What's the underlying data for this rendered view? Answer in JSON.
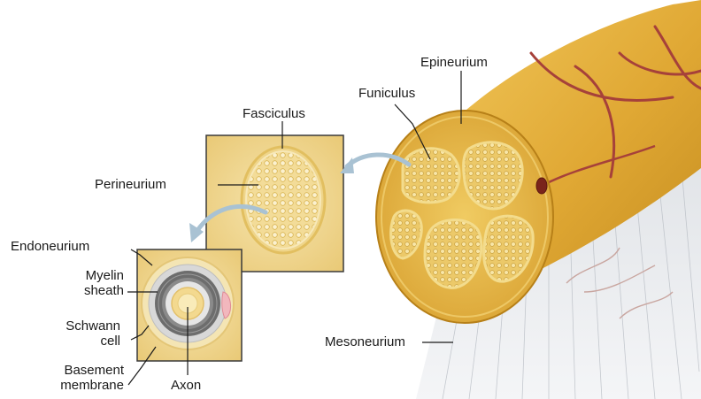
{
  "figure": {
    "labels": {
      "epineurium": "Epineurium",
      "funiculus": "Funiculus",
      "fasciculus": "Fasciculus",
      "perineurium": "Perineurium",
      "endoneurium": "Endoneurium",
      "myelin_sheath_line1": "Myelin",
      "myelin_sheath_line2": "sheath",
      "schwann_cell_line1": "Schwann",
      "schwann_cell_line2": "cell",
      "basement_membrane_line1": "Basement",
      "basement_membrane_line2": "membrane",
      "axon": "Axon",
      "mesoneurium": "Mesoneurium"
    },
    "colors": {
      "nerve_gold": "#e7b23c",
      "nerve_gold_dark": "#c48f1f",
      "fascicle_fill": "#f6e3a6",
      "vessel": "#9b3a2c",
      "myelin_gray": "#6f6f6f",
      "arrow_blue": "#a9c2d3",
      "mesoneurium_gray": "#c9cdd2"
    }
  }
}
